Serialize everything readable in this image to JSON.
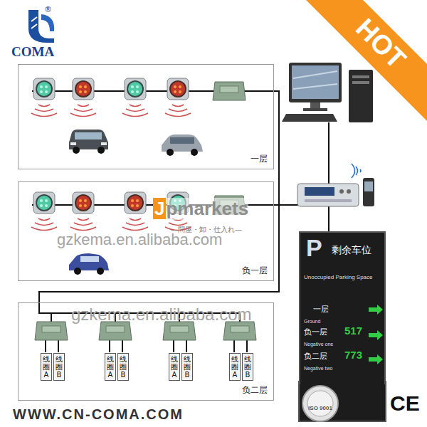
{
  "diagram": {
    "nodes": [
      {
        "text": [
          "一层"
        ]
      },
      {
        "text": [
          "负一层"
        ]
      },
      {
        "text": [
          "负二层"
        ]
      },
      {
        "text": [
          "线圈A"
        ],
        "in": 2
      },
      {
        "text": [
          "线圈B"
        ],
        "in": 2
      },
      {
        "text": [
          "线圈A"
        ],
        "in": 2
      },
      {
        "text": [
          "线圈B"
        ],
        "in": 2
      },
      {
        "text": [
          "线圈A"
        ],
        "in": 2
      },
      {
        "text": [
          "线圈B"
        ],
        "in": 2
      },
      {
        "text": [
          "线圈A"
        ],
        "in": 2
      },
      {
        "text": [
          "线圈B"
        ],
        "in": 2
      },
      {
        "text": [
          "P",
          "剩余车位",
          "Unoccupied Parking Space",
          "一层",
          "Ground",
          "负一层",
          "Negative one",
          "517",
          "负二层",
          "Negative two",
          "773"
        ]
      }
    ],
    "edges": [
      {
        "from": 0,
        "to": 11,
        "arrow": "none"
      },
      {
        "from": 1,
        "to": 11,
        "arrow": "none"
      },
      {
        "from": 2,
        "to": 11,
        "arrow": "none"
      }
    ],
    "labels": [
      "®",
      "COMA",
      "HOT",
      "Jpmarkets",
      "—問屋・卸・仕入れ—",
      "gzkema.en.alibaba.com",
      "gzkema.en.alibaba.com",
      "ISO 9001",
      "CE",
      "WWW.CN-COMA.COM"
    ]
  }
}
